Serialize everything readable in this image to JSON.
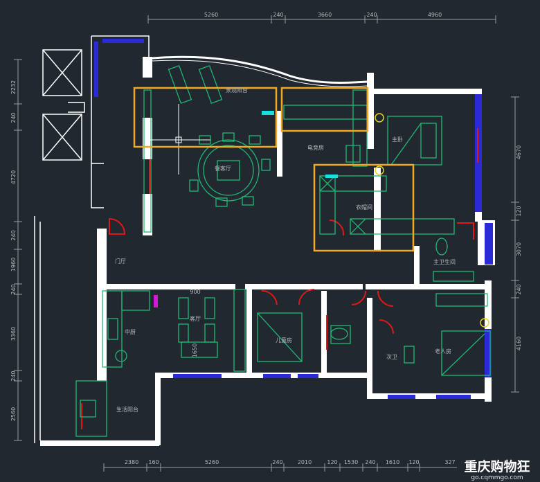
{
  "dims_top": [
    "5260",
    "240",
    "3660",
    "240",
    "4960"
  ],
  "dims_bottom": [
    "2380",
    "160",
    "5260",
    "240",
    "2010",
    "120",
    "1530",
    "240",
    "1610",
    "120",
    "327"
  ],
  "dims_left": [
    "2232",
    "240",
    "4720",
    "240",
    "1960",
    "240",
    "3360",
    "240",
    "2560"
  ],
  "dims_right": [
    "4670",
    "120",
    "3070",
    "240",
    "4160"
  ],
  "inner_dims": [
    "900",
    "1650"
  ],
  "rooms": {
    "balcony_view": "景观阳台",
    "dining_room": "餐客厅",
    "av_room": "电竞房",
    "master_bedroom": "主卧",
    "walk_in_closet": "衣帽间",
    "entrance": "门厅",
    "master_bath": "主卫生间",
    "living_room": "客厅",
    "kitchen": "中厨",
    "kids_room": "儿童房",
    "second_bath": "次卫",
    "elder_room": "老人房",
    "utility_balcony": "生活阳台"
  },
  "watermark": {
    "brand": "重庆购物狂",
    "url": "go.cqmmgo.com"
  },
  "colors": {
    "background": "#212830",
    "wall": "#ffffff",
    "window": "#2a2ad6",
    "furniture": "#1fb873",
    "door": "#e01818",
    "highlight": "#f2a81f"
  }
}
